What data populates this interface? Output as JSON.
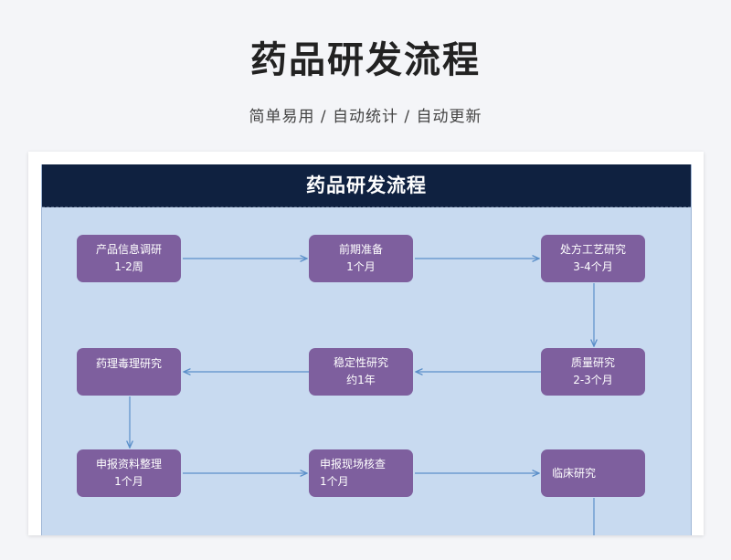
{
  "header": {
    "title": "药品研发流程",
    "subtitle": "简单易用 / 自动统计 / 自动更新"
  },
  "sheet": {
    "title": "药品研发流程"
  },
  "colors": {
    "banner": "#0f2140",
    "sheet_background": "#c8daf0",
    "node_fill": "#7e5f9e",
    "arrow": "#5b8fc9"
  },
  "nodes": [
    {
      "name": "产品信息调研",
      "duration": "1-2周"
    },
    {
      "name": "前期准备",
      "duration": "1个月"
    },
    {
      "name": "处方工艺研究",
      "duration": "3-4个月"
    },
    {
      "name": "质量研究",
      "duration": "2-3个月"
    },
    {
      "name": "稳定性研究",
      "duration": "约1年"
    },
    {
      "name": "药理毒理研究",
      "duration": ""
    },
    {
      "name": "申报资料整理",
      "duration": "1个月"
    },
    {
      "name": "申报现场核查",
      "duration": "1个月"
    },
    {
      "name": "临床研究",
      "duration": ""
    }
  ]
}
